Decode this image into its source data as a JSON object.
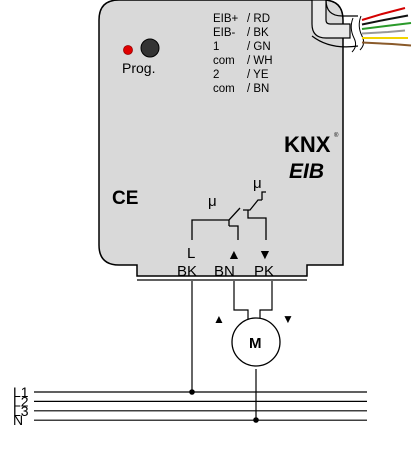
{
  "device": {
    "prog_label": "Prog.",
    "ce_mark": "CE",
    "logo_top": "KNX",
    "logo_bottom": "EIB",
    "wires": [
      {
        "left": "EIB+",
        "right": "/ RD",
        "color": "#d40000"
      },
      {
        "left": "EIB-",
        "right": "/ BK",
        "color": "#111111"
      },
      {
        "left": "1",
        "right": "/ GN",
        "color": "#2a9a2a"
      },
      {
        "left": "com",
        "right": "/ WH",
        "color": "#ffffff"
      },
      {
        "left": "2",
        "right": "/ YE",
        "color": "#f2d400"
      },
      {
        "left": "com",
        "right": "/ BN",
        "color": "#8a5a2a"
      }
    ],
    "relay_labels": [
      "μ",
      "μ"
    ],
    "terminals": [
      {
        "top": "L",
        "bottom": "BK"
      },
      {
        "top": "▲",
        "bottom": "BN"
      },
      {
        "top": "▼",
        "bottom": "PK"
      }
    ]
  },
  "motor": {
    "label": "M",
    "up_arrow": "▲",
    "down_arrow": "▼"
  },
  "lines": [
    "L1",
    "L2",
    "L3",
    "N"
  ],
  "colors": {
    "housing": "#d9d9d9",
    "prog_led": "#e00000",
    "prog_button": "#333333"
  }
}
